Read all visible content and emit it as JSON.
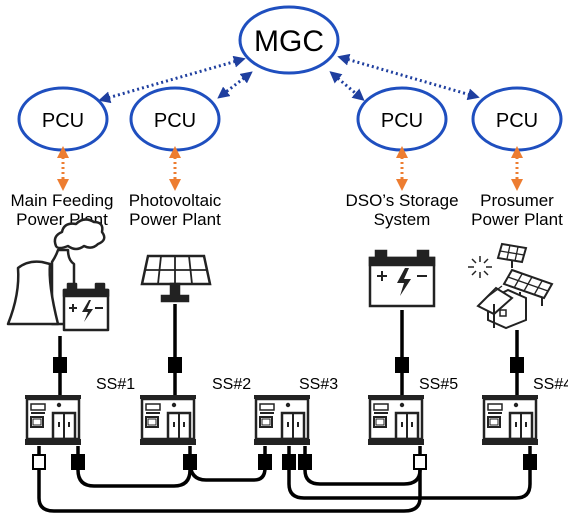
{
  "controller": {
    "label": "MGC"
  },
  "pcu_units": [
    {
      "label": "PCU"
    },
    {
      "label": "PCU"
    },
    {
      "label": "PCU"
    },
    {
      "label": "PCU"
    }
  ],
  "plants": [
    {
      "line1": "Main Feeding",
      "line2": "Power Plant",
      "icon": "nuclear-plant-with-battery"
    },
    {
      "line1": "Photovoltaic",
      "line2": "Power Plant",
      "icon": "solar-panel"
    },
    {
      "line1": "DSO’s Storage",
      "line2": "System",
      "icon": "battery"
    },
    {
      "line1": "Prosumer",
      "line2": "Power Plant",
      "icon": "house-with-solar-panels"
    }
  ],
  "substations": [
    {
      "label": "SS#1"
    },
    {
      "label": "SS#2"
    },
    {
      "label": "SS#3"
    },
    {
      "label": "SS#5"
    },
    {
      "label": "SS#4"
    }
  ],
  "colors": {
    "ellipse_stroke": "#1f4fbf",
    "comm_link": "#1f3f9f",
    "control_link": "#ed7d31",
    "power_line": "#000000"
  }
}
